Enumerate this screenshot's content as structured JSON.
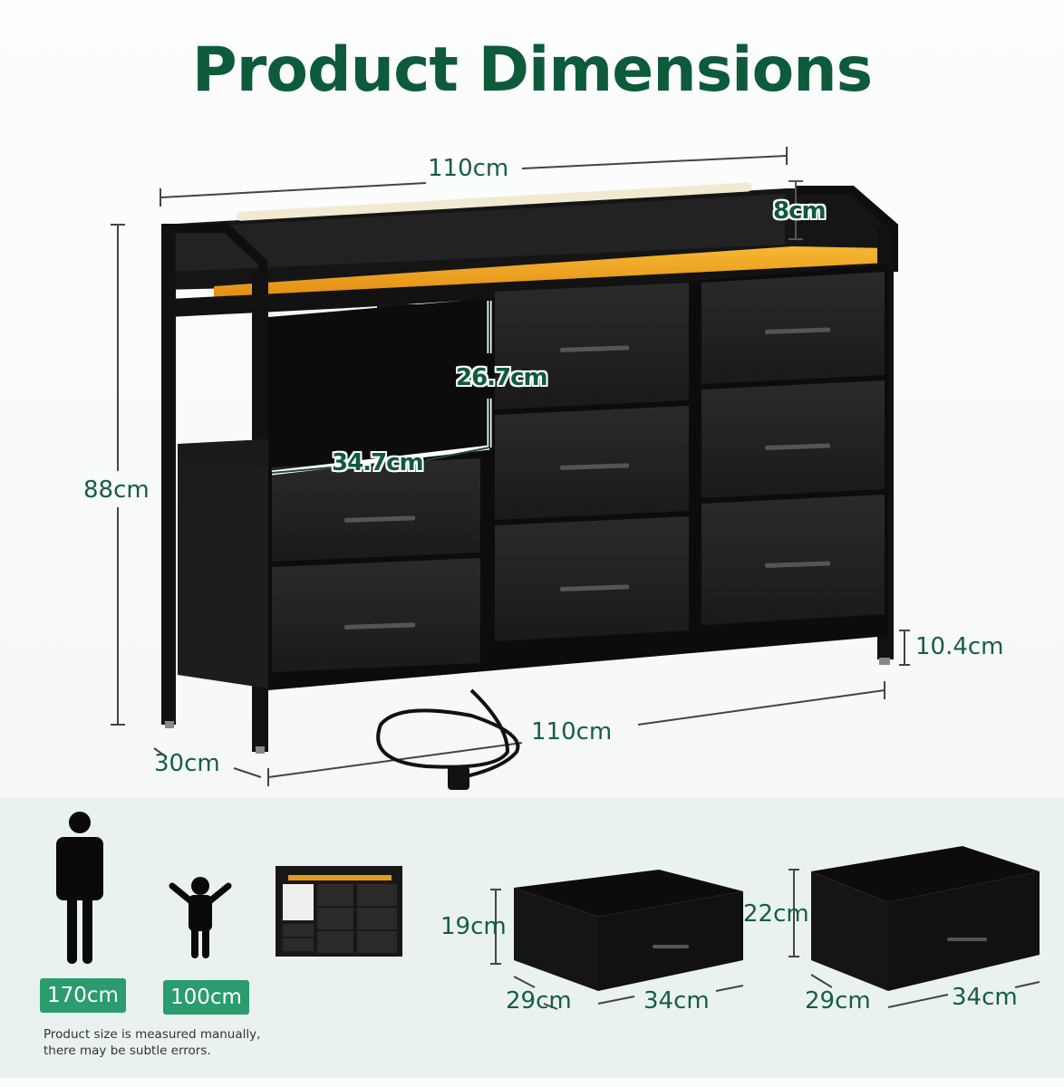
{
  "title": "Product Dimensions",
  "colors": {
    "title_green": "#0d5b3a",
    "dimension_text": "#155f3f",
    "badge_green": "#2a9c6e",
    "furniture_black": "#1a1a1a",
    "led_amber": "#f2a01c"
  },
  "dresser": {
    "dimensions": {
      "top_width": "110cm",
      "hutch_height": "8cm",
      "total_height": "88cm",
      "cubby_height": "26.7cm",
      "cubby_width": "34.7cm",
      "leg_height": "10.4cm",
      "bottom_width": "110cm",
      "depth": "30cm"
    },
    "drawer_count": 8
  },
  "scale_reference": {
    "adult": {
      "icon": "adult-person-icon",
      "height": "170cm"
    },
    "child": {
      "icon": "child-person-icon",
      "height": "100cm"
    }
  },
  "drawers": [
    {
      "name": "small-drawer",
      "height": "19cm",
      "depth": "29cm",
      "width": "34cm"
    },
    {
      "name": "large-drawer",
      "height": "22cm",
      "depth": "29cm",
      "width": "34cm"
    }
  ],
  "disclaimer": {
    "line1": "Product size is measured manually,",
    "line2": "there may be subtle errors."
  }
}
